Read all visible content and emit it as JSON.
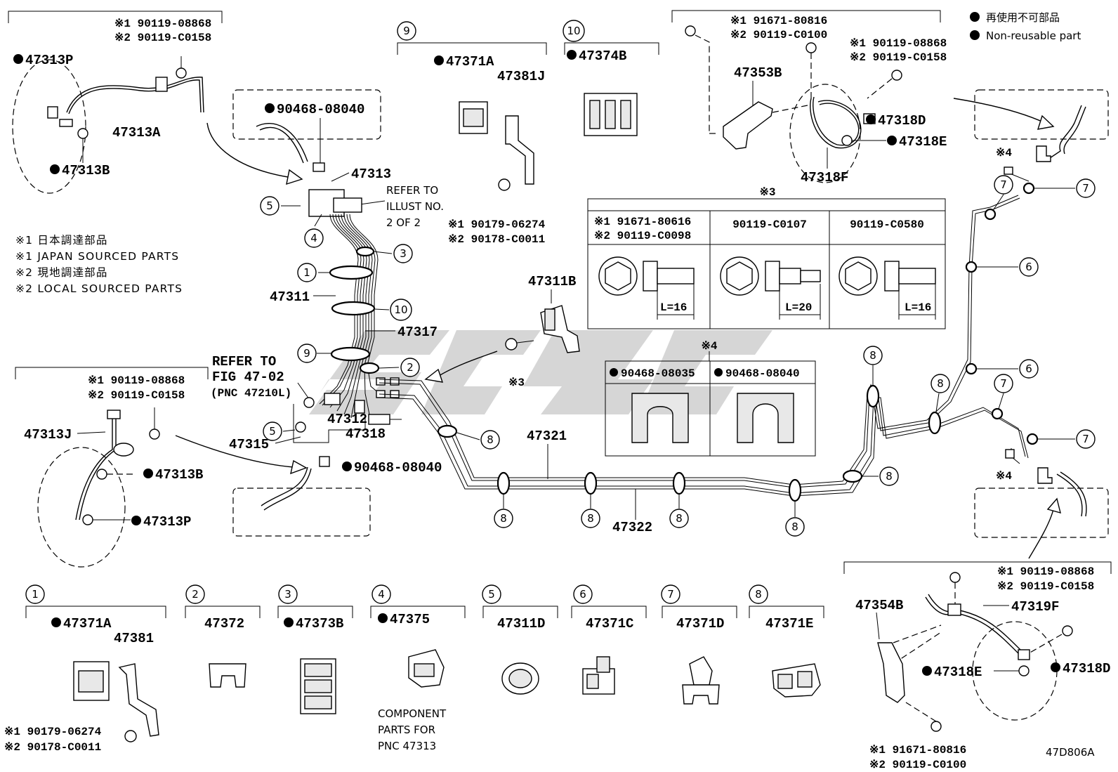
{
  "legend": {
    "jp": "再使用不可部品",
    "en": "Non-reusable part"
  },
  "notes": {
    "n1_jp": "※1 日本調達部品",
    "n1_en": "※1 JAPAN SOURCED PARTS",
    "n2_jp": "※2 現地調達部品",
    "n2_en": "※2 LOCAL SOURCED PARTS"
  },
  "figure_id": "47D806A",
  "labels": {
    "p47313P_a": "47313P",
    "p47313A": "47313A",
    "p47313B_a": "47313B",
    "tl_b1": "※1 90119-08868",
    "tl_b2": "※2 90119-C0158",
    "p90468_08040_a": "90468-08040",
    "p47313": "47313",
    "refer_illust_1": "REFER TO",
    "refer_illust_2": "ILLUST NO.",
    "refer_illust_3": "2 OF 2",
    "p47311": "47311",
    "p47317": "47317",
    "refer_fig_1": "REFER TO",
    "refer_fig_2": "FIG 47-02",
    "refer_fig_3": "(PNC 47210L)",
    "p47312": "47312",
    "p47318": "47318",
    "p47315": "47315",
    "p90468_08040_b": "90468-08040",
    "ml_b1": "※1 90119-08868",
    "ml_b2": "※2 90119-C0158",
    "p47313J": "47313J",
    "p47313B_b": "47313B",
    "p47313P_b": "47313P",
    "p47371A_9": "47371A",
    "p47381J": "47381J",
    "c9_b1": "※1 90179-06274",
    "c9_b2": "※2 90178-C0011",
    "p47374B": "47374B",
    "tr_b1": "※1 91671-80816",
    "tr_b2": "※2 90119-C0100",
    "tr_b3": "※1 90119-08868",
    "tr_b4": "※2 90119-C0158",
    "p47353B": "47353B",
    "p47318D_a": "47318D",
    "p47318E_a": "47318E",
    "p47318F": "47318F",
    "star4_a": "※4",
    "star4_b": "※4",
    "star3_title": "※3",
    "star3_col1a": "※1 91671-80616",
    "star3_col1b": "※2 90119-C0098",
    "star3_col2": "90119-C0107",
    "star3_col3": "90119-C0580",
    "len1": "L=16",
    "len2": "L=20",
    "len3": "L=16",
    "p47311B": "47311B",
    "star3_bolt": "※3",
    "star4_title": "※4",
    "clip1": "90468-08035",
    "clip2": "90468-08040",
    "p47321": "47321",
    "p47322": "47322",
    "br_b1": "※1 90119-08868",
    "br_b2": "※2 90119-C0158",
    "p47354B": "47354B",
    "p47319F": "47319F",
    "p47318D_b": "47318D",
    "p47318E_b": "47318E",
    "br_b3": "※1 91671-80816",
    "br_b4": "※2 90119-C0100",
    "b1_p1": "47371A",
    "b1_p2": "47381",
    "b1_n1": "※1 90179-06274",
    "b1_n2": "※2 90178-C0011",
    "b2_p": "47372",
    "b3_p": "47373B",
    "b4_p": "47375",
    "b4_c1": "COMPONENT",
    "b4_c2": "PARTS FOR",
    "b4_c3": "PNC 47313",
    "b5_p": "47311D",
    "b6_p": "47371C",
    "b7_p": "47371D",
    "b8_p": "47371E"
  },
  "callouts": {
    "c1": "1",
    "c2": "2",
    "c3": "3",
    "c4": "4",
    "c5": "5",
    "c6": "6",
    "c7": "7",
    "c8": "8",
    "c9": "9",
    "c10": "10"
  },
  "colors": {
    "watermark": "#c8c8c8",
    "ink": "#000000"
  }
}
